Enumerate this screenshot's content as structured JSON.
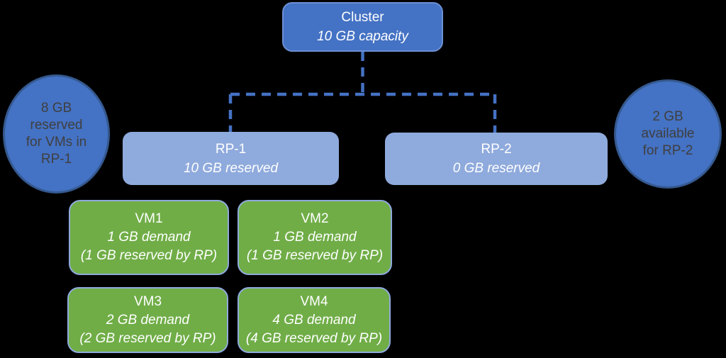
{
  "colors": {
    "background": "#000000",
    "cluster_fill": "#4472C4",
    "cluster_border": "#6C8FD4",
    "rp_fill": "#8FAADC",
    "vm_fill": "#70AD47",
    "vm_border": "#8FAADC",
    "circle_fill": "#4472C4",
    "circle_border": "#35598F",
    "connector": "#4472C4",
    "text_light": "#FFFFFF",
    "text_dark": "#3F3F3F"
  },
  "diagram": {
    "cluster": {
      "title": "Cluster",
      "subtitle": "10 GB capacity"
    },
    "pools": [
      {
        "title": "RP-1",
        "subtitle": "10 GB reserved"
      },
      {
        "title": "RP-2",
        "subtitle": "0 GB reserved"
      }
    ],
    "badges": [
      {
        "lines": [
          "8 GB",
          "reserved",
          "for VMs in",
          "RP-1"
        ]
      },
      {
        "lines": [
          "2 GB",
          "available",
          "for RP-2"
        ]
      }
    ],
    "vms": [
      {
        "title": "VM1",
        "demand": "1 GB demand",
        "reserved": "(1 GB reserved by RP)"
      },
      {
        "title": "VM2",
        "demand": "1 GB demand",
        "reserved": "(1 GB reserved by RP)"
      },
      {
        "title": "VM3",
        "demand": "2 GB demand",
        "reserved": "(2 GB reserved by RP)"
      },
      {
        "title": "VM4",
        "demand": "4 GB demand",
        "reserved": "(4 GB reserved by RP)"
      }
    ]
  }
}
